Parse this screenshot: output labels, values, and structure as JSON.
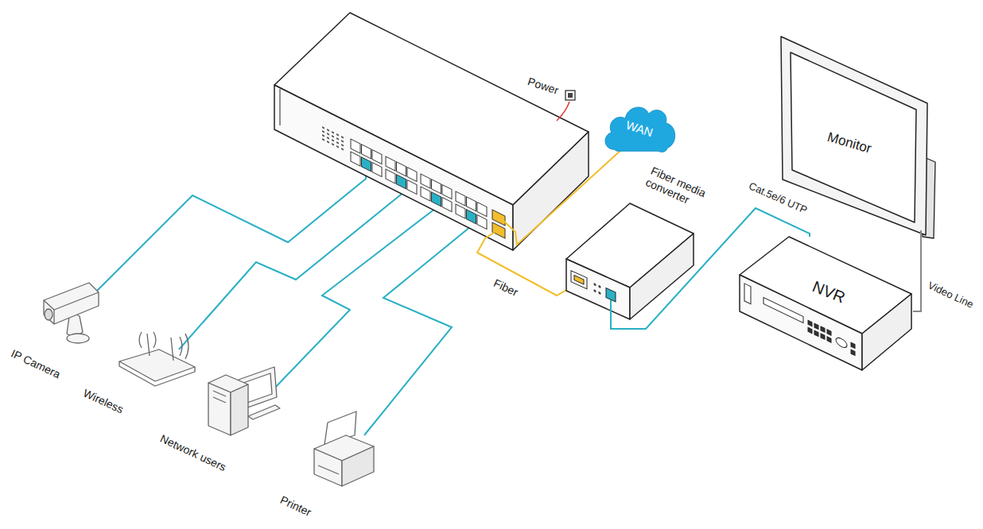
{
  "diagram": {
    "nodes": [
      {
        "text": [
          "WAN"
        ]
      },
      {
        "text": [
          "Monitor"
        ]
      },
      {
        "text": [
          "Fiber media converter"
        ]
      },
      {
        "text": [
          "NVR"
        ]
      },
      {
        "text": [
          "IP Camera"
        ]
      },
      {
        "text": [
          "Wireless"
        ]
      },
      {
        "text": [
          "Network users"
        ]
      },
      {
        "text": [
          "Printer"
        ]
      }
    ],
    "edges": [
      {
        "from": 2,
        "to": 3,
        "label": "Cat.5e/6 UTP",
        "arrow": "none"
      },
      {
        "from": 3,
        "to": 1,
        "label": "Video Line",
        "arrow": "none"
      }
    ],
    "labels": [
      "Power",
      "Fiber"
    ]
  }
}
